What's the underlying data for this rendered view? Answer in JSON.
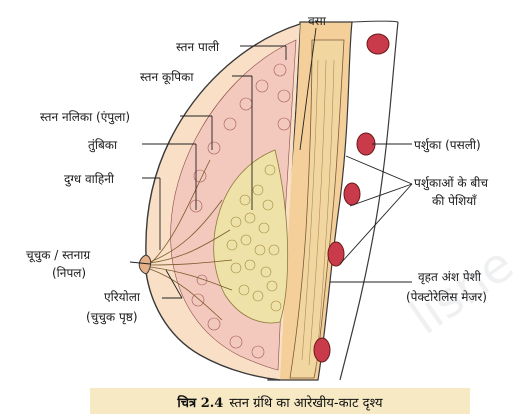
{
  "labels": {
    "fat": "वसा",
    "breast_lobe": "स्तन पाली",
    "alveoli": "स्तन कूपिका",
    "duct": "स्तन नलिका (एंपुला)",
    "ampulla": "तुंबिका",
    "milk_duct": "दुग्ध वाहिनी",
    "nipple_line1": "चूचुक / स्तनाग्र",
    "nipple_line2": "(निपल)",
    "areola_line1": "एरियोला",
    "areola_line2": "(चुचुक पृष्ठ)",
    "rib_line1": "पर्शुका (पसली)",
    "intercostal_line1": "पर्शुकाओं के बीच",
    "intercostal_line2": "की पेशियाँ",
    "pectoral_line1": "वृहत अंश पेशी",
    "pectoral_line2": "(पेक्टोरेलिस मेजर)"
  },
  "caption": {
    "number": "चित्र 2.4",
    "text": "स्तन ग्रंथि का आरेखीय-काट दृश्य"
  },
  "watermark": "lishe",
  "colors": {
    "skin": "#f7dcc0",
    "fat_lobule": "#f2c9c0",
    "gland": "#efe2a8",
    "rib": "#c93a4a",
    "muscle": "#f3d9a4",
    "caption_bg": "#f6e9c4"
  }
}
